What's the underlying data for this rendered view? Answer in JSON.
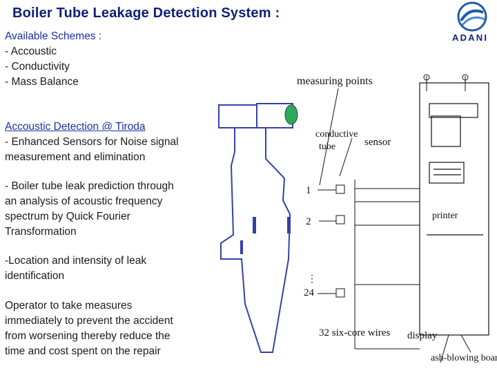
{
  "slide": {
    "title": "Boiler Tube Leakage Detection System :",
    "logo_text": "ADANI",
    "schemes": {
      "heading": "Available Schemes :",
      "items": [
        "- Accoustic",
        "- Conductivity",
        "- Mass Balance"
      ]
    },
    "acoustic": {
      "heading": "Accoustic Detection @ Tiroda",
      "lines": [
        "- Enhanced Sensors for Noise signal",
        "measurement and elimination"
      ]
    },
    "prediction": {
      "lines": [
        "- Boiler tube leak prediction through",
        "an analysis of acoustic frequency",
        "spectrum by Quick Fourier",
        "Transformation"
      ]
    },
    "location": {
      "lines": [
        "-Location and intensity of leak",
        "identification"
      ]
    },
    "operator": {
      "lines": [
        "Operator to take measures",
        "immediately to prevent the accident",
        "from worsening thereby reduce the",
        "time and cost spent on the repair"
      ]
    }
  },
  "diagram": {
    "measuring_points": "measuring points",
    "conductive": "conductive",
    "tube": "tube",
    "sensor": "sensor",
    "point_1": "1",
    "point_2": "2",
    "point_24": "24",
    "printer": "printer",
    "wires": "32 six-core wires",
    "display": "display",
    "ash_board": "ash-blowing board"
  },
  "colors": {
    "title": "#0d1f78",
    "body_text": "#1a1a1a",
    "accent_text": "#1a2fa0",
    "boiler_outline": "#3340a8",
    "drum": "#2fa85a"
  }
}
